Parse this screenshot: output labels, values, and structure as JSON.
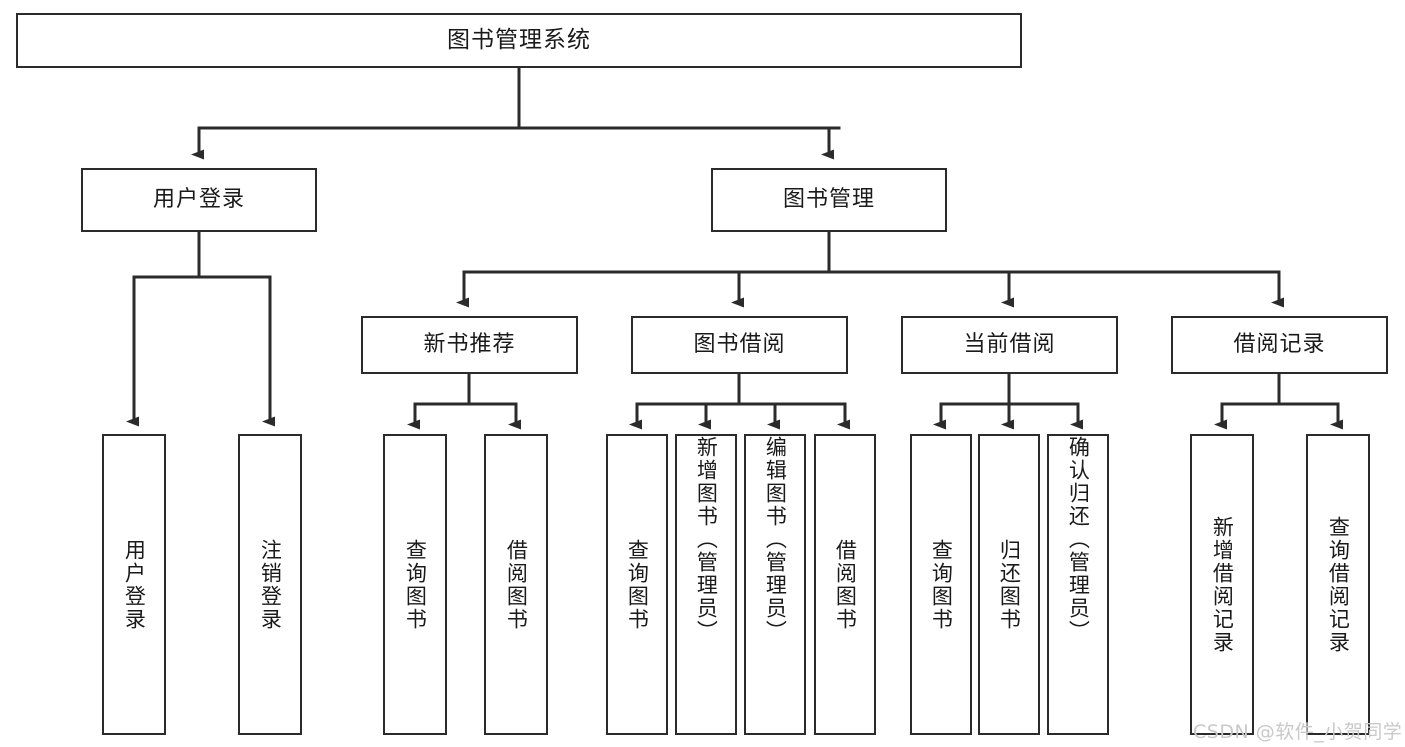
{
  "diagram": {
    "title": "图书管理系统",
    "type": "tree-hierarchy",
    "colors": {
      "box_border": "#2b2b2b",
      "box_fill": "#ffffff",
      "connector": "#2b2b2b",
      "text": "#1a1a1a",
      "watermark": "#c9c9c9"
    },
    "levels": {
      "root": {
        "label": "图书管理系统"
      },
      "level2": [
        {
          "label": "用户登录"
        },
        {
          "label": "图书管理"
        }
      ],
      "level3": [
        {
          "label": "新书推荐"
        },
        {
          "label": "图书借阅"
        },
        {
          "label": "当前借阅"
        },
        {
          "label": "借阅记录"
        }
      ],
      "leaves": {
        "user_login": [
          {
            "label": "用户登录"
          },
          {
            "label": "注销登录"
          }
        ],
        "new_book_recommend": [
          {
            "label": "查询图书"
          },
          {
            "label": "借阅图书"
          }
        ],
        "book_borrow": [
          {
            "label": "查询图书"
          },
          {
            "label": "新增图书（管理员）"
          },
          {
            "label": "编辑图书（管理员）"
          },
          {
            "label": "借阅图书"
          }
        ],
        "current_borrow": [
          {
            "label": "查询图书"
          },
          {
            "label": "归还图书"
          },
          {
            "label": "确认归还（管理员）"
          }
        ],
        "borrow_record": [
          {
            "label": "新增借阅记录"
          },
          {
            "label": "查询借阅记录"
          }
        ]
      }
    }
  },
  "watermark": {
    "text": "CSDN @软件_小贺同学"
  }
}
